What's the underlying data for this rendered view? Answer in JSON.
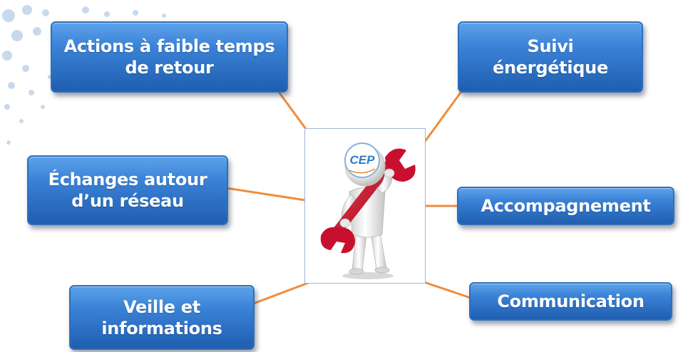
{
  "diagram": {
    "center": {
      "logo_text": "CEP",
      "figure_icon": "mechanic-with-wrench-icon"
    },
    "boxes": [
      {
        "id": "actions",
        "label": "Actions à faible temps\nde retour"
      },
      {
        "id": "suivi",
        "label": "Suivi\nénergétique"
      },
      {
        "id": "echanges",
        "label": "Échanges autour\nd’un réseau"
      },
      {
        "id": "accompagnement",
        "label": "Accompagnement"
      },
      {
        "id": "veille",
        "label": "Veille et\ninformations"
      },
      {
        "id": "communication",
        "label": "Communication"
      }
    ],
    "colors": {
      "box_fill": "#3a82d6",
      "box_border": "#2e6fbd",
      "connector": "#f08c3c",
      "wrench": "#c8102e",
      "frame_border": "#9db7d8"
    }
  }
}
